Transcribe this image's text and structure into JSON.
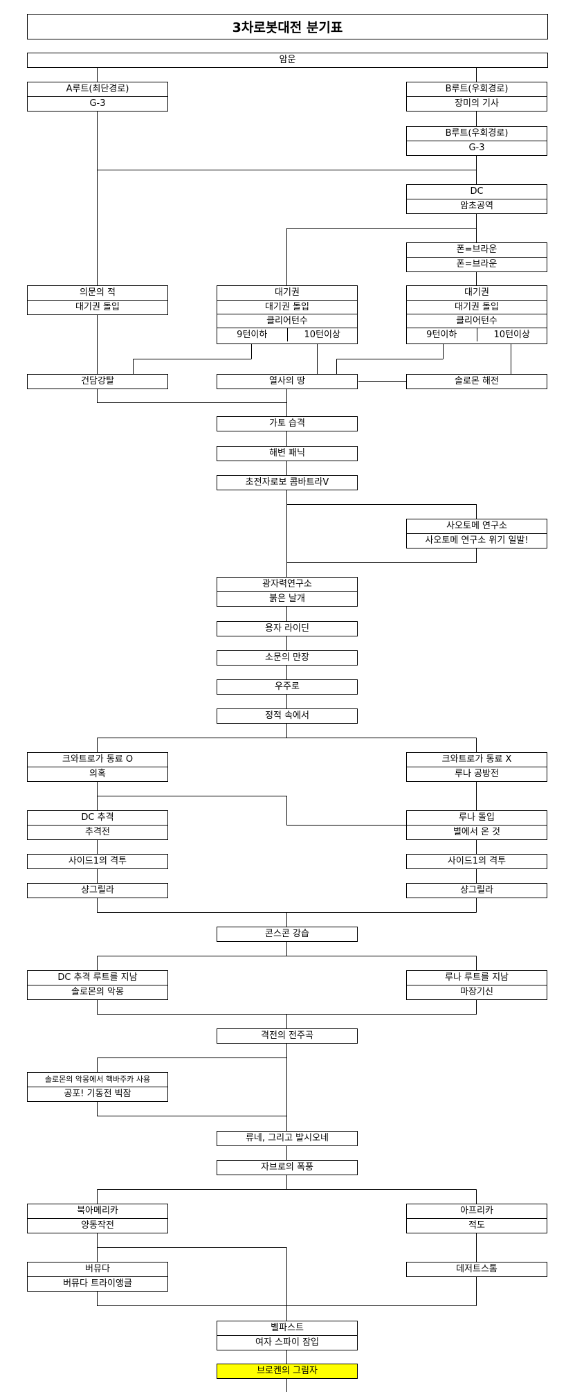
{
  "title": "3차로봇대전 분기표",
  "nodes": {
    "amun": [
      "암운"
    ],
    "a_route": [
      "A루트(최단경로)",
      "G-3"
    ],
    "b_route1": [
      "B루트(우회경로)",
      "장미의 기사"
    ],
    "b_route2": [
      "B루트(우회경로)",
      "G-3"
    ],
    "dc": [
      "DC",
      "암초공역"
    ],
    "fonbraun": [
      "폰=브라운",
      "폰=브라운"
    ],
    "uimun": [
      "의문의 적",
      "대기권 돌입"
    ],
    "daegi_mid": [
      "대기권",
      "대기권 돌입",
      "클리어턴수"
    ],
    "daegi_mid_split": [
      "9턴이하",
      "10턴이상"
    ],
    "daegi_right": [
      "대기권",
      "대기권 돌입",
      "클리어턴수"
    ],
    "daegi_right_split": [
      "9턴이하",
      "10턴이상"
    ],
    "gundam": [
      "건담강탈"
    ],
    "yeolsa": [
      "열사의 땅"
    ],
    "solomon_haejeon": [
      "솔로몬 해전"
    ],
    "gato": [
      "가토 습격"
    ],
    "haebyeon": [
      "해변 패닉"
    ],
    "combattler": [
      "초전자로보 콤바트라V"
    ],
    "saotome": [
      "사오토메 연구소",
      "사오토메 연구소 위기 일발!"
    ],
    "gwangja": [
      "광자력연구소",
      "붉은 날개"
    ],
    "yongja": [
      "용자 라이딘"
    ],
    "somun": [
      "소문의 만장"
    ],
    "ujuro": [
      "우주로"
    ],
    "jeongjeok": [
      "정적 속에서"
    ],
    "quattro_o": [
      "크와트로가 동료 O",
      "의혹"
    ],
    "quattro_x": [
      "크와트로가 동료 X",
      "루나 공방전"
    ],
    "dc_chugyeok": [
      "DC 추격",
      "추격전"
    ],
    "luna_dolip": [
      "루나 돌입",
      "별에서 온 것"
    ],
    "side1_left": [
      "사이드1의 격투"
    ],
    "side1_right": [
      "사이드1의 격투"
    ],
    "shangri_left": [
      "샹그릴라"
    ],
    "shangri_right": [
      "샹그릴라"
    ],
    "consecon": [
      "콘스콘 강습"
    ],
    "dc_route_pass": [
      "DC 추격 루트를 지남",
      "솔로몬의 악몽"
    ],
    "luna_route_pass": [
      "루나 루트를 지남",
      "마장기신"
    ],
    "gyeokjeon": [
      "격전의 전주곡"
    ],
    "solomon_nuke": [
      "솔로몬의 악몽에서 핵바주카 사용",
      "공포! 기동전 빅잠"
    ],
    "rune": [
      "류네, 그리고 발시오네"
    ],
    "jabro": [
      "자브로의 폭풍"
    ],
    "north_america": [
      "북아메리카",
      "양동작전"
    ],
    "africa": [
      "아프리카",
      "적도"
    ],
    "bermuda": [
      "버뮤다",
      "버뮤다 트라이앵글"
    ],
    "desert_storm": [
      "데저트스톰"
    ],
    "belfast": [
      "벨파스트",
      "여자 스파이 잠입"
    ],
    "broken": [
      "브로켄의 그림자"
    ]
  },
  "colors": {
    "highlight": "#ffff00",
    "line": "#000000"
  }
}
